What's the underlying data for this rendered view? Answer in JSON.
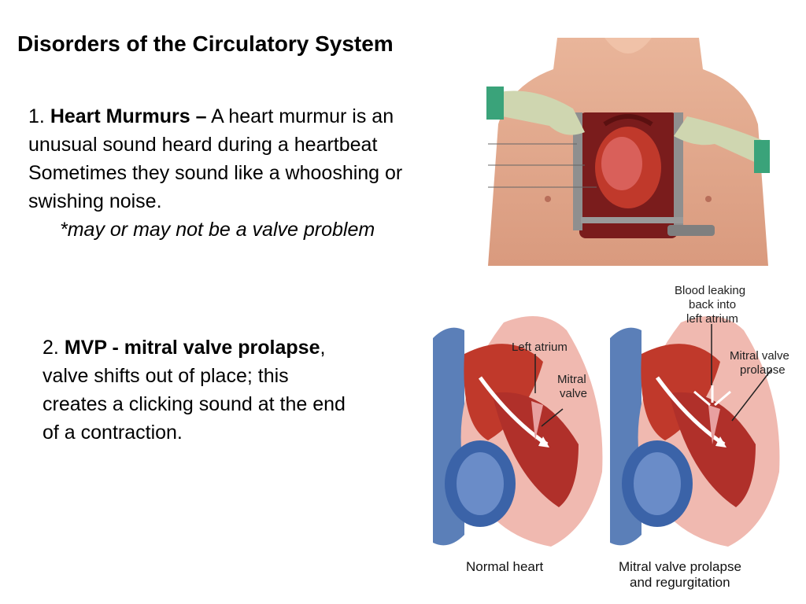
{
  "slide": {
    "title": "Disorders of the Circulatory System",
    "item1": {
      "number": "1.",
      "heading": "Heart Murmurs –",
      "body": "A heart murmur is an unusual sound heard during a heartbeat Sometimes they sound like a whooshing or swishing noise.",
      "note": "*may or may not be a valve problem"
    },
    "item2": {
      "number": "2.",
      "heading": "MVP - mitral valve prolapse",
      "body": ", valve shifts out of place; this creates a clicking sound at the end of a contraction."
    },
    "heart_diagram": {
      "label_left_atrium": "Left atrium",
      "label_mitral_valve_1": "Mitral",
      "label_mitral_valve_2": "valve",
      "label_blood_1": "Blood leaking",
      "label_blood_2": "back into",
      "label_blood_3": "left atrium",
      "label_mvp_1": "Mitral valve",
      "label_mvp_2": "prolapse",
      "caption_normal": "Normal heart",
      "caption_mvp_1": "Mitral valve prolapse",
      "caption_mvp_2": "and regurgitation"
    }
  }
}
